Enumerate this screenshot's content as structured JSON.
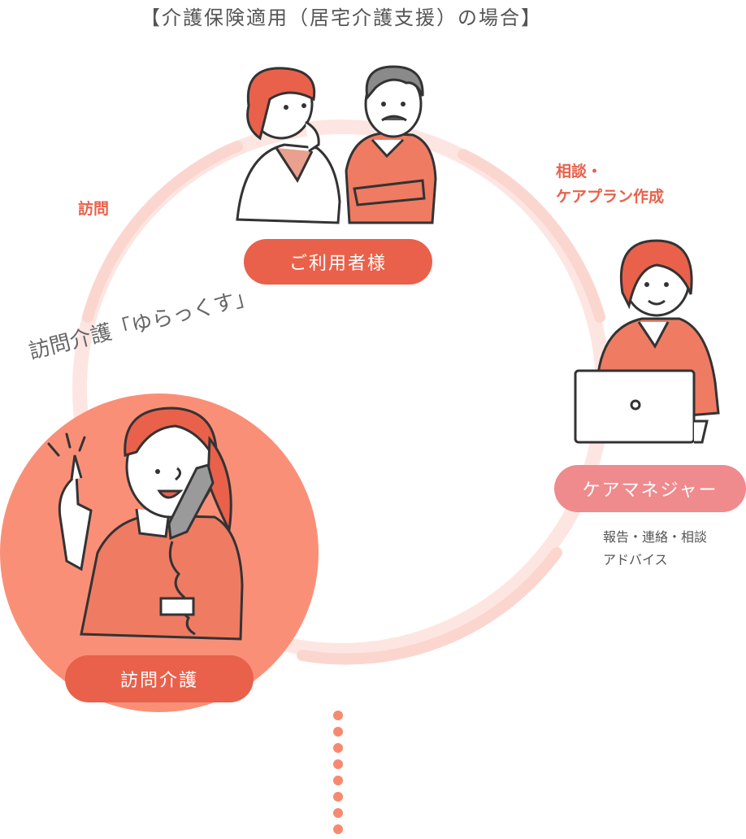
{
  "title": "【介護保険適用（居宅介護支援）の場合】",
  "nodes": {
    "user": "ご利用者様",
    "care_manager": "ケアマネジャー",
    "home_care": "訪問介護"
  },
  "edges": {
    "visit": "訪問",
    "consult_line1": "相談・",
    "consult_line2": "ケアプラン作成",
    "report_line1": "報告・連絡・相談",
    "report_line2": "アドバイス"
  },
  "home_care_service": "訪問介護「ゆらっくす」",
  "colors": {
    "accent": "#e9614b",
    "care_manager_pill": "#ef8a8d",
    "ring": "#fde6e2",
    "visit_circle": "#fa8f78",
    "dots": "#f68a70"
  },
  "icons": [
    "family-illustration",
    "care-manager-laptop-illustration",
    "caregiver-phone-illustration"
  ]
}
